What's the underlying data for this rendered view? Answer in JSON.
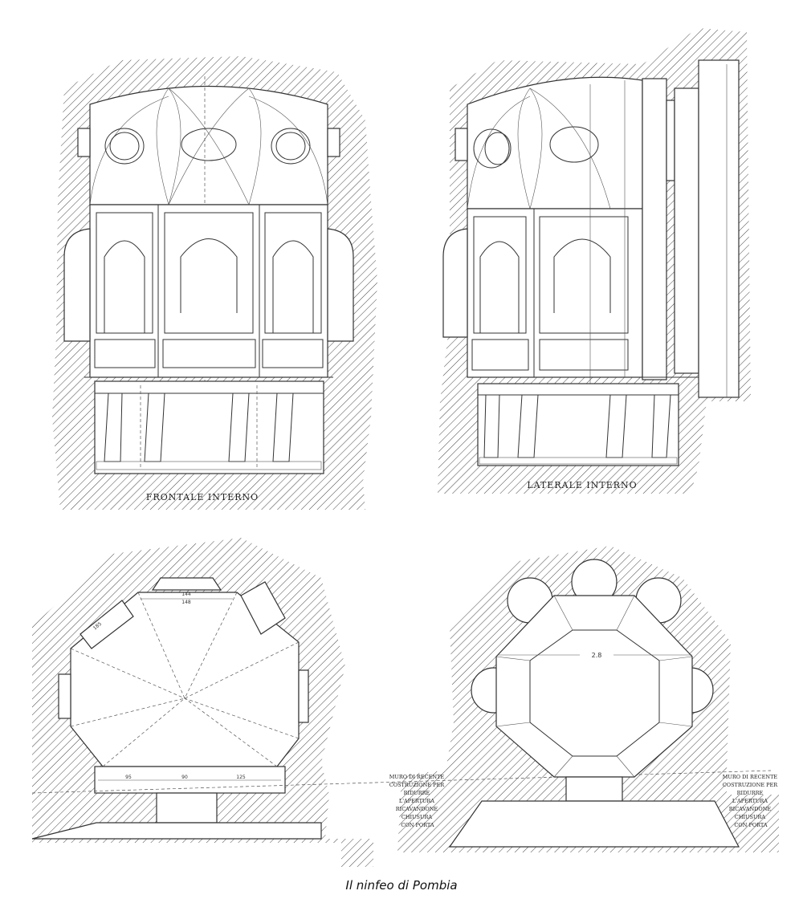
{
  "caption": "Il ninfeo di Pombia",
  "views": {
    "front": {
      "label": "FRONTALE INTERNO"
    },
    "side": {
      "label": "LATERALE INTERNO"
    }
  },
  "plan_right": {
    "dimension": "2.8",
    "note_lines": [
      "MURO DI RECENTE",
      "COSTRUZIONE PER",
      "RIDURRE",
      "L'APERTURA",
      "RICAVANDONE",
      "CHIUSURA",
      "CON PORTA"
    ]
  },
  "plan_left": {
    "dimensions": [
      "144",
      "148",
      "185",
      "95",
      "90",
      "125"
    ]
  }
}
